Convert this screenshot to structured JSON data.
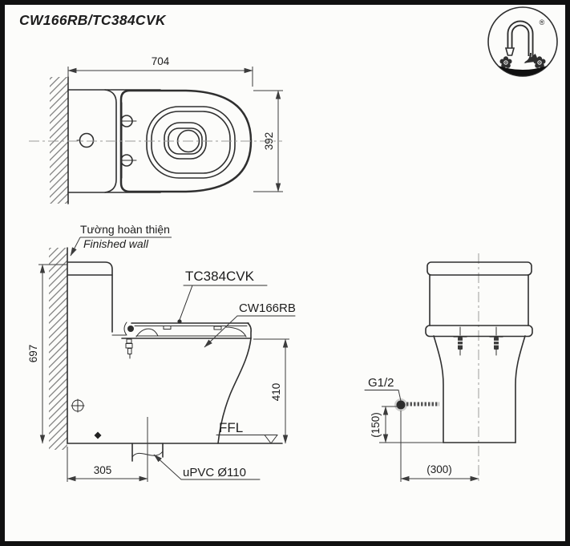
{
  "title": "CW166RB/TC384CVK",
  "logo": {
    "registered_mark": "®"
  },
  "views": {
    "top": {
      "width_mm": "704",
      "depth_mm": "392"
    },
    "side": {
      "wall_label_vi": "Tường hoàn thiện",
      "wall_label_en": "Finished wall",
      "seat_model": "TC384CVK",
      "bowl_model": "CW166RB",
      "height_mm": "697",
      "rim_height_mm": "410",
      "outlet_offset_mm": "305",
      "floor_level": "FFL",
      "outlet_pipe": "uPVC Ø110"
    },
    "rear": {
      "supply_thread": "G1/2",
      "supply_height_mm": "(150)",
      "supply_offset_mm": "(300)"
    }
  },
  "colors": {
    "line": "#2f2f2f",
    "dimension": "#3c3c3c",
    "background": "#fcfcfa",
    "border": "#111111"
  }
}
